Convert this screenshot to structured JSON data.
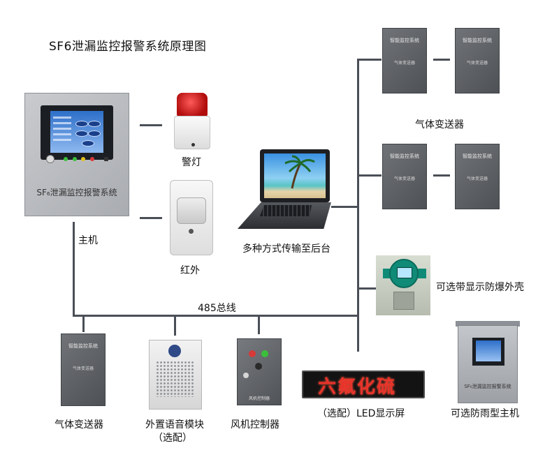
{
  "title": "SF6泄漏监控报警系统原理图",
  "labels": {
    "host": "主机",
    "alarm_light": "警灯",
    "infrared": "红外",
    "backend": "多种方式传输至后台",
    "gas_transmitter_right": "气体变送器",
    "explosion_proof": "可选带显示防爆外壳",
    "bus": "485总线",
    "gas_transmitter_bottom": "气体变送器",
    "voice_module_line1": "外置语音模块",
    "voice_module_line2": "（选配）",
    "fan_controller": "风机控制器",
    "led_display": "（选配）LED显示屏",
    "rainproof_host": "可选防雨型主机"
  },
  "device_text": {
    "host_panel_name": "SF₆泄漏监控报警系统",
    "transmitter_title": "智能监控系统",
    "transmitter_sub": "气体变送器",
    "fan_panel_name": "风机控制器",
    "led_message": "六氟化硫",
    "rainproof_panel_name": "SF₆泄漏监控报警系统"
  },
  "colors": {
    "line": "#4a4f57",
    "alarm_red": "#c41a1a",
    "led_red": "#e8332a",
    "panel_gray": "#b9bcc0"
  }
}
